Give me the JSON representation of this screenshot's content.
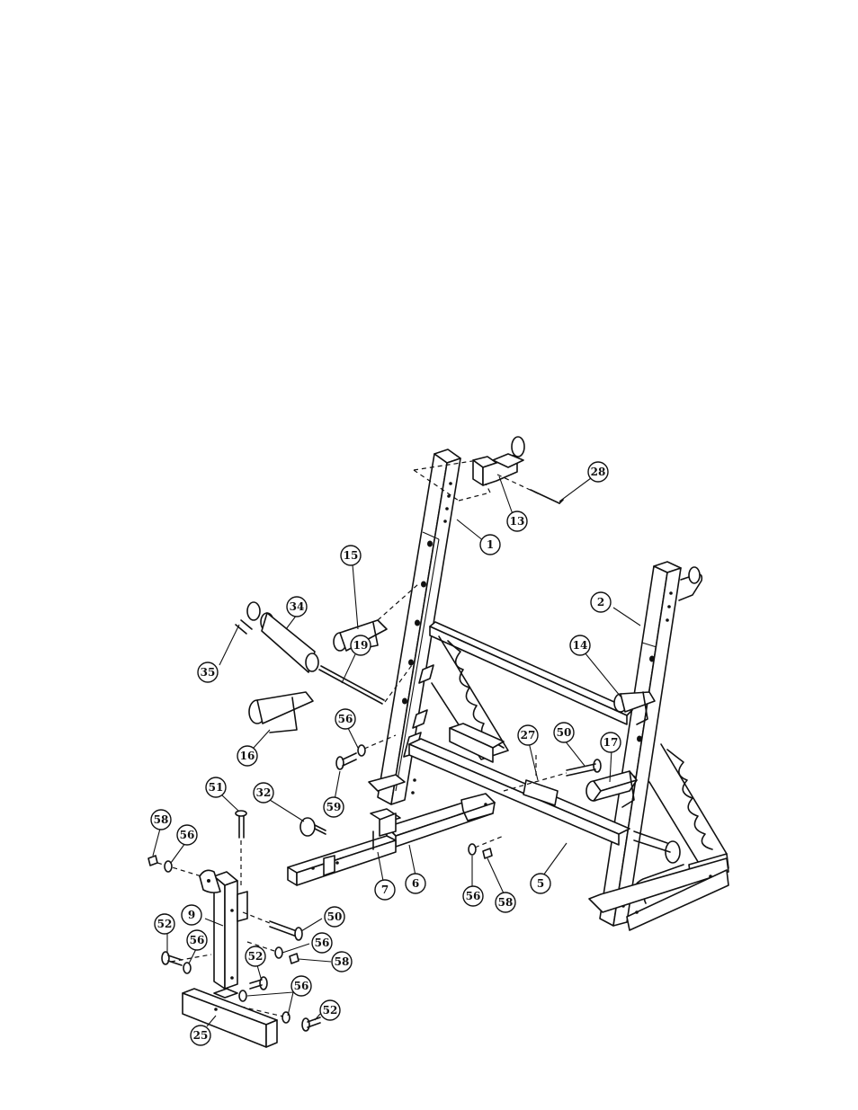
{
  "diagram": {
    "callouts": [
      {
        "id": "c28",
        "label": "28"
      },
      {
        "id": "c13",
        "label": "13"
      },
      {
        "id": "c1",
        "label": "1"
      },
      {
        "id": "c15",
        "label": "15"
      },
      {
        "id": "c2",
        "label": "2"
      },
      {
        "id": "c34",
        "label": "34"
      },
      {
        "id": "c19",
        "label": "19"
      },
      {
        "id": "c35",
        "label": "35"
      },
      {
        "id": "c14",
        "label": "14"
      },
      {
        "id": "c16",
        "label": "16"
      },
      {
        "id": "c56a",
        "label": "56"
      },
      {
        "id": "c27",
        "label": "27"
      },
      {
        "id": "c50a",
        "label": "50"
      },
      {
        "id": "c17",
        "label": "17"
      },
      {
        "id": "c59",
        "label": "59"
      },
      {
        "id": "c51",
        "label": "51"
      },
      {
        "id": "c32",
        "label": "32"
      },
      {
        "id": "c58a",
        "label": "58"
      },
      {
        "id": "c56b",
        "label": "56"
      },
      {
        "id": "c7",
        "label": "7"
      },
      {
        "id": "c6",
        "label": "6"
      },
      {
        "id": "c56c",
        "label": "56"
      },
      {
        "id": "c58b",
        "label": "58"
      },
      {
        "id": "c5",
        "label": "5"
      },
      {
        "id": "c9",
        "label": "9"
      },
      {
        "id": "c50b",
        "label": "50"
      },
      {
        "id": "c52a",
        "label": "52"
      },
      {
        "id": "c56d",
        "label": "56"
      },
      {
        "id": "c56e",
        "label": "56"
      },
      {
        "id": "c58c",
        "label": "58"
      },
      {
        "id": "c52b",
        "label": "52"
      },
      {
        "id": "c56f",
        "label": "56"
      },
      {
        "id": "c52c",
        "label": "52"
      },
      {
        "id": "c25",
        "label": "25"
      }
    ]
  }
}
